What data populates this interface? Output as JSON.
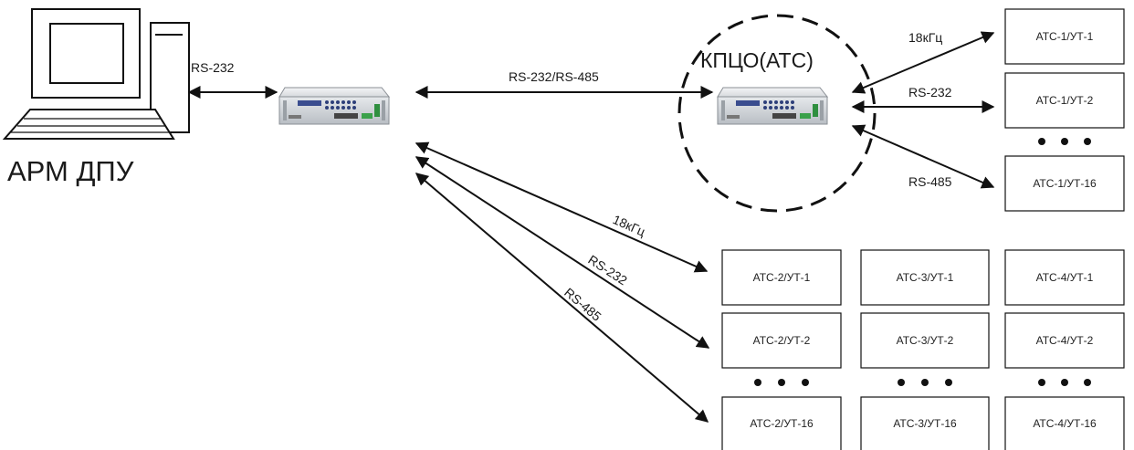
{
  "workstation": {
    "title": "АРМ ДПУ"
  },
  "kpco": {
    "title": "КПЦО(АТС)"
  },
  "links": {
    "pc_link": "RS-232",
    "trunk": "RS-232/RS-485",
    "top_18k": "18кГц",
    "top_rs232": "RS-232",
    "top_rs485": "RS-485",
    "diag_18k": "18кГц",
    "diag_rs232": "RS-232",
    "diag_rs485": "RS-485"
  },
  "ats1": {
    "ut1": "АТС-1/УТ-1",
    "ut2": "АТС-1/УТ-2",
    "ut16": "АТС-1/УТ-16"
  },
  "grid": {
    "col0": {
      "ut1": "АТС-2/УТ-1",
      "ut2": "АТС-2/УТ-2",
      "ut16": "АТС-2/УТ-16"
    },
    "col1": {
      "ut1": "АТС-3/УТ-1",
      "ut2": "АТС-3/УТ-2",
      "ut16": "АТС-3/УТ-16"
    },
    "col2": {
      "ut1": "АТС-4/УТ-1",
      "ut2": "АТС-4/УТ-2",
      "ut16": "АТС-4/УТ-16"
    }
  }
}
